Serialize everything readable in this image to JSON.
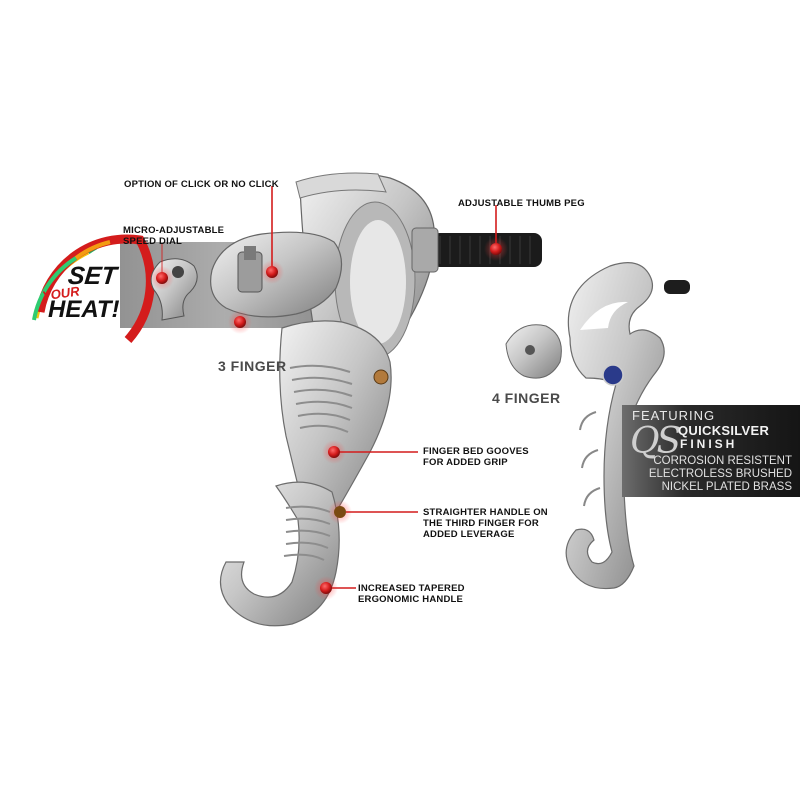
{
  "callouts": {
    "click": "OPTION OF CLICK OR NO CLICK",
    "speed_dial": [
      "MICRO-ADJUSTABLE",
      "SPEED DIAL"
    ],
    "thumb_peg": "ADJUSTABLE THUMB PEG",
    "finger_bed": [
      "FINGER BED GOOVES",
      "FOR ADDED GRIP"
    ],
    "straighter": [
      "STRAIGHTER HANDLE ON",
      "THE THIRD FINGER FOR",
      "ADDED LEVERAGE"
    ],
    "tapered": [
      "INCREASED TAPERED",
      "ERGONOMIC HANDLE"
    ]
  },
  "badge": {
    "set": "SET",
    "your": "YOUR",
    "heat": "HEAT!"
  },
  "models": {
    "three_finger": "3 FINGER",
    "four_finger": "4 FINGER"
  },
  "feature": {
    "featuring": "FEATURING",
    "logo": "QS",
    "quicksilver": "QUICKSILVER",
    "finish": "FINISH",
    "lines": [
      "CORROSION RESISTENT",
      "ELECTROLESS BRUSHED",
      "NICKEL PLATED BRASS"
    ]
  },
  "colors": {
    "accent_red": "#d41c1c",
    "metal_light": "#dcdcdc",
    "metal_dark": "#8a8a8a",
    "label_grey": "#4a4a4a"
  }
}
